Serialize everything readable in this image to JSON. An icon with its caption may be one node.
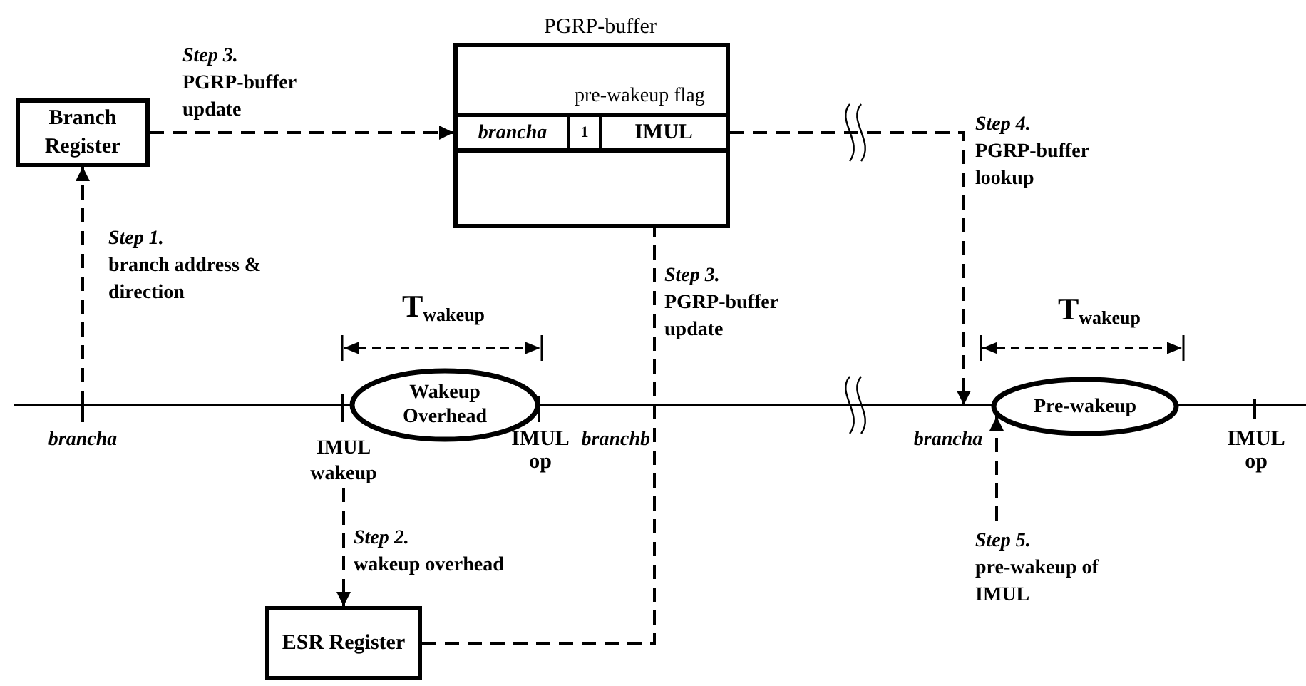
{
  "diagram": {
    "nodes": [
      {
        "text": [
          "Branch Register"
        ]
      },
      {
        "text": [
          "PGRP-buffer",
          "pre-wakeup flag"
        ]
      },
      {
        "text": [
          "brancha"
        ],
        "in": 1
      },
      {
        "text": [
          "1"
        ],
        "in": 1
      },
      {
        "text": [
          "IMUL"
        ],
        "in": 1
      },
      {
        "text": [
          "Wakeup Overhead"
        ]
      },
      {
        "text": [
          "Pre-wakeup"
        ]
      },
      {
        "text": [
          "ESR Register"
        ]
      },
      {
        "text": [
          "brancha"
        ]
      },
      {
        "text": [
          "IMUL wakeup"
        ]
      },
      {
        "text": [
          "brancha"
        ]
      }
    ],
    "edges": [
      {
        "from": 8,
        "to": 0,
        "arrow": "to",
        "style": "dashed",
        "label": "*Step 1.* branch address & direction"
      },
      {
        "from": 0,
        "to": 2,
        "arrow": "to",
        "style": "dashed",
        "label": "*Step 3.* PGRP-buffer update"
      },
      {
        "from": 9,
        "to": 7,
        "arrow": "to",
        "style": "dashed",
        "label": "*Step 2.* wakeup overhead"
      },
      {
        "from": 7,
        "to": 4,
        "arrow": "to",
        "style": "dashed",
        "label": "*Step 3.* PGRP-buffer update"
      },
      {
        "from": 4,
        "to": 10,
        "arrow": "to",
        "style": "dashed",
        "label": "*Step 4.* PGRP-buffer lookup"
      },
      {
        "from": null,
        "to": 6,
        "arrow": "to",
        "style": "dashed",
        "label": "*Step 5.* pre-wakeup of IMUL"
      }
    ],
    "labels": [
      "T$_{wakeup}$",
      "T$_{wakeup}$",
      "IMUL op",
      "branchb",
      "IMUL op"
    ]
  }
}
